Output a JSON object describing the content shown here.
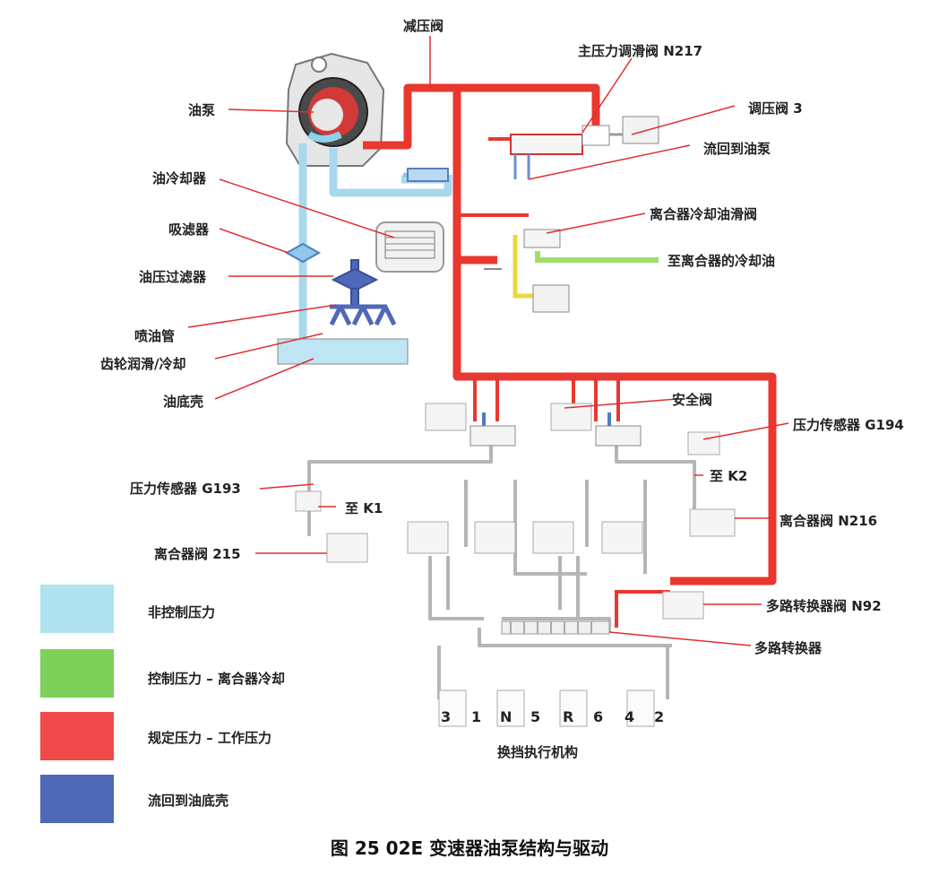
{
  "labels": {
    "oil_pump": "油泵",
    "oil_cooler": "油冷却器",
    "suction_filter": "吸滤器",
    "pressure_filter": "油压过滤器",
    "spray_tube": "喷油管",
    "gear_lube": "齿轮润滑/冷却",
    "oil_pan": "油底壳",
    "pressure_reducer": "减压阀",
    "main_pressure_valve": "主压力调滑阀 N217",
    "regulator_valve": "调压阀 3",
    "return_to_pump": "流回到油泵",
    "clutch_cooling_valve": "离合器冷却油滑阀",
    "to_clutch_cooling": "至离合器的冷却油",
    "safety_valve": "安全阀",
    "sensor_g194": "压力传感器 G194",
    "to_k2": "至 K2",
    "sensor_g193": "压力传感器 G193",
    "to_k1": "至 K1",
    "clutch_valve_215": "离合器阀 215",
    "clutch_valve_n216": "离合器阀 N216",
    "mux_valve": "多路转换器阀 N92",
    "mux": "多路转换器",
    "shift_actuator": "换挡执行机构"
  },
  "gears": [
    "3",
    "1",
    "N",
    "5",
    "R",
    "6",
    "4",
    "2"
  ],
  "legend": [
    {
      "color": "#aee3ef",
      "label": "非控制压力"
    },
    {
      "color": "#7dd05a",
      "label": "控制压力 – 离合器冷却"
    },
    {
      "color": "#f04a4a",
      "label": "规定压力 – 工作压力"
    },
    {
      "color": "#4f68b8",
      "label": "流回到油底壳"
    }
  ],
  "colors": {
    "line_red": "#e8382f",
    "line_blue": "#a8d8ee",
    "line_green": "#9ee06a",
    "line_yellow": "#e8d840",
    "line_gray": "#b5b5b5",
    "pointer": "#e03030"
  },
  "caption": "图 25  02E 变速器油泵结构与驱动"
}
